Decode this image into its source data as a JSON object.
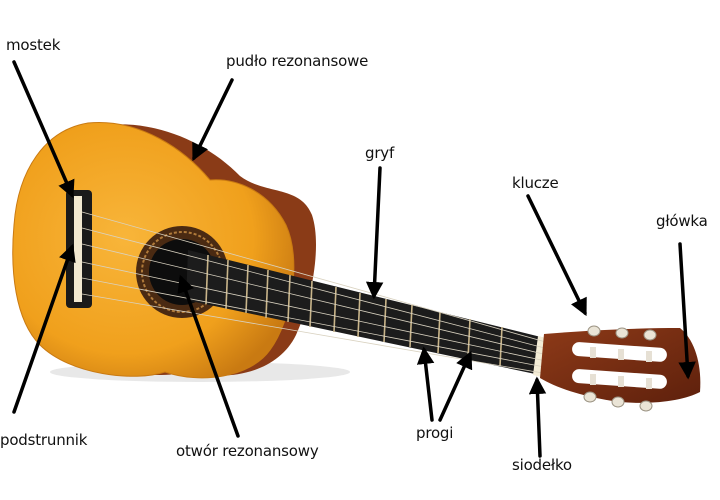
{
  "labels": {
    "mostek": "mostek",
    "pudlo": "pudło rezonansowe",
    "gryf": "gryf",
    "klucze": "klucze",
    "glowka": "główka",
    "podstrunnik": "podstrunnik",
    "otwor": "otwór rezonansowy",
    "progi": "progi",
    "siodelko": "siodełko"
  },
  "colors": {
    "body": "#f3a31f",
    "body_edge": "#c97a12",
    "side": "#8a3b17",
    "fretboard": "#1c1c1c",
    "headstock": "#7a2c12",
    "rosette": "#4a2a12",
    "arrow": "#000000"
  }
}
